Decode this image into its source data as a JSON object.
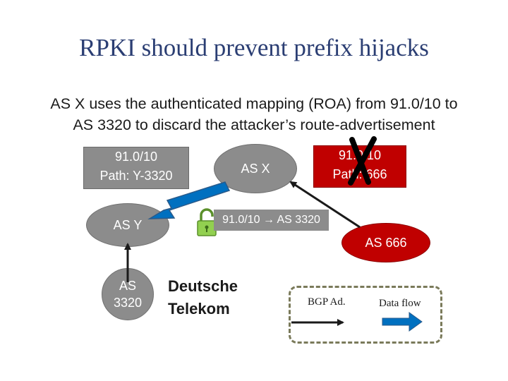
{
  "title": "RPKI should prevent prefix hijacks",
  "subtitle": {
    "line1": "AS X uses the authenticated mapping (ROA) from 91.0/10 to",
    "line2": "AS 3320 to discard the attacker’s route-advertisement"
  },
  "boxes": {
    "left": {
      "line1": "91.0/10",
      "line2": "Path: Y-3320"
    },
    "right": {
      "line1": "91.0/10",
      "line2": "Path: 666"
    }
  },
  "nodes": {
    "as_x": "AS X",
    "as_y": "AS Y",
    "as_3320": {
      "line1": "AS",
      "line2": "3320"
    },
    "as_666": "AS 666"
  },
  "roa": {
    "label": "91.0/10 → AS 3320"
  },
  "deutsche": {
    "line1": "Deutsche",
    "line2": "Telekom"
  },
  "legend": {
    "bgp": "BGP Ad.",
    "data": "Data flow"
  },
  "colors": {
    "title": "#2b3e73",
    "node_grey": "#8c8c8c",
    "node_red": "#c00000",
    "data_flow": "#0070c0",
    "lock": "#92d050"
  }
}
